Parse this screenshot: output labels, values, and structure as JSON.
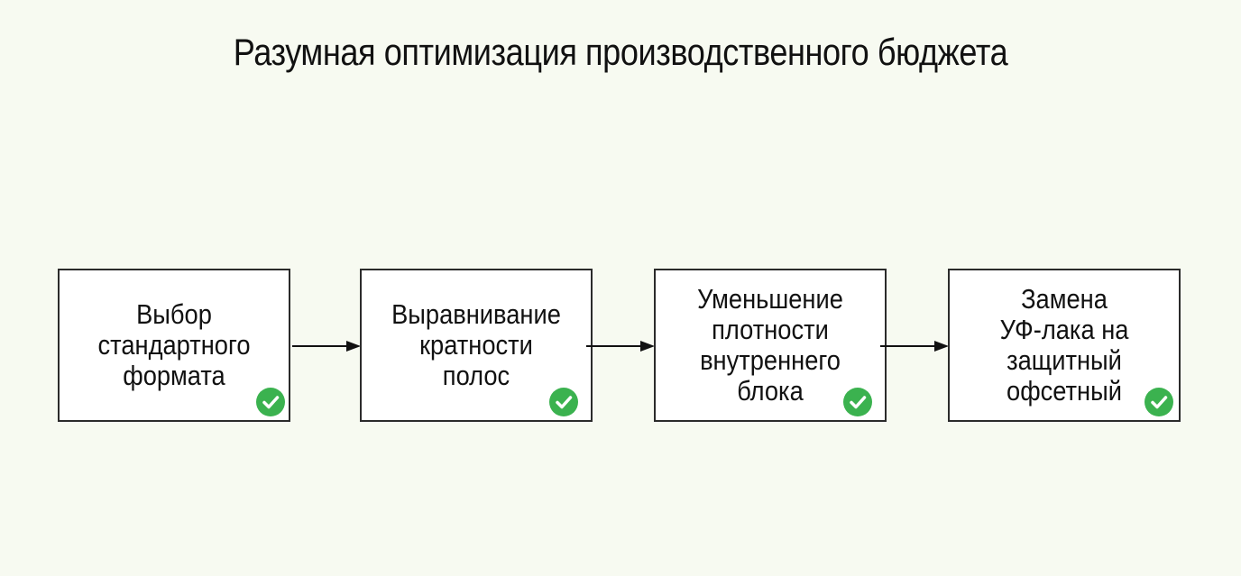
{
  "diagram": {
    "title": "Разумная оптимизация производственного бюджета",
    "steps": [
      {
        "label": "Выбор\nстандартного\nформата",
        "status_icon": "check-circle-icon"
      },
      {
        "label": "Выравнивание\nкратности\nполос",
        "status_icon": "check-circle-icon"
      },
      {
        "label": "Уменьшение\nплотности\nвнутреннего\nблока",
        "status_icon": "check-circle-icon"
      },
      {
        "label": "Замена\nУФ-лака на\nзащитный\nофсетный",
        "status_icon": "check-circle-icon"
      }
    ],
    "colors": {
      "background": "#f7faf1",
      "box_border": "#2b2b2b",
      "check": "#3bb24f",
      "text": "#111111"
    }
  }
}
